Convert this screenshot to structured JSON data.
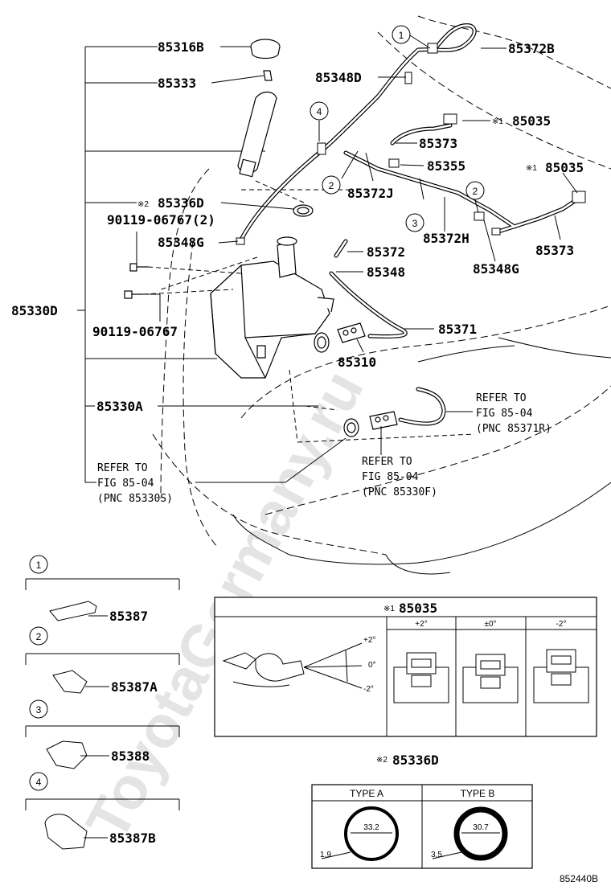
{
  "watermark": "ToyotaGermany.ru",
  "callouts": {
    "p85316B": "85316B",
    "p85333": "85333",
    "p85336D": "85336D",
    "p85336D_mark": "※2",
    "p90119_2": "90119-06767(2)",
    "p85348G_left": "85348G",
    "p85330D": "85330D",
    "p90119": "90119-06767",
    "p85330A": "85330A",
    "ref_left_1": "REFER TO",
    "ref_left_2": "FIG 85-04",
    "ref_left_3": "(PNC 85330S)",
    "p85348D": "85348D",
    "p85372B": "85372B",
    "p85035_top": "85035",
    "p85035_top_mark": "※1",
    "p85373_top": "85373",
    "p85355": "85355",
    "p85035_right": "85035",
    "p85035_right_mark": "※1",
    "p85372J": "85372J",
    "p85372H": "85372H",
    "p85373_right": "85373",
    "p85348G_right": "85348G",
    "p85372": "85372",
    "p85348": "85348",
    "p85371": "85371",
    "p85310": "85310",
    "ref_right_1": "REFER TO",
    "ref_right_2": "FIG 85-04",
    "ref_right_3": "(PNC 85371R)",
    "ref_mid_1": "REFER TO",
    "ref_mid_2": "FIG 85-04",
    "ref_mid_3": "(PNC 85330F)"
  },
  "clip_circles": {
    "c1": "1",
    "c2": "2",
    "c3": "3",
    "c4": "4"
  },
  "legend": [
    {
      "num": "1",
      "part": "85387"
    },
    {
      "num": "2",
      "part": "85387A"
    },
    {
      "num": "3",
      "part": "85388"
    },
    {
      "num": "4",
      "part": "85387B"
    }
  ],
  "nozzle_box": {
    "mark": "※1",
    "title": "85035",
    "angle_top": "+2°",
    "angle_mid": "0°",
    "angle_bot": "-2°",
    "col1": "+2°",
    "col2": "±0°",
    "col3": "-2°"
  },
  "gasket_box": {
    "mark": "※2",
    "title": "85336D",
    "type_a": "TYPE A",
    "type_b": "TYPE B",
    "a_inner": "33.2",
    "a_thick": "1.9",
    "b_inner": "30.7",
    "b_thick": "3.5"
  },
  "figure_code": "852440B"
}
